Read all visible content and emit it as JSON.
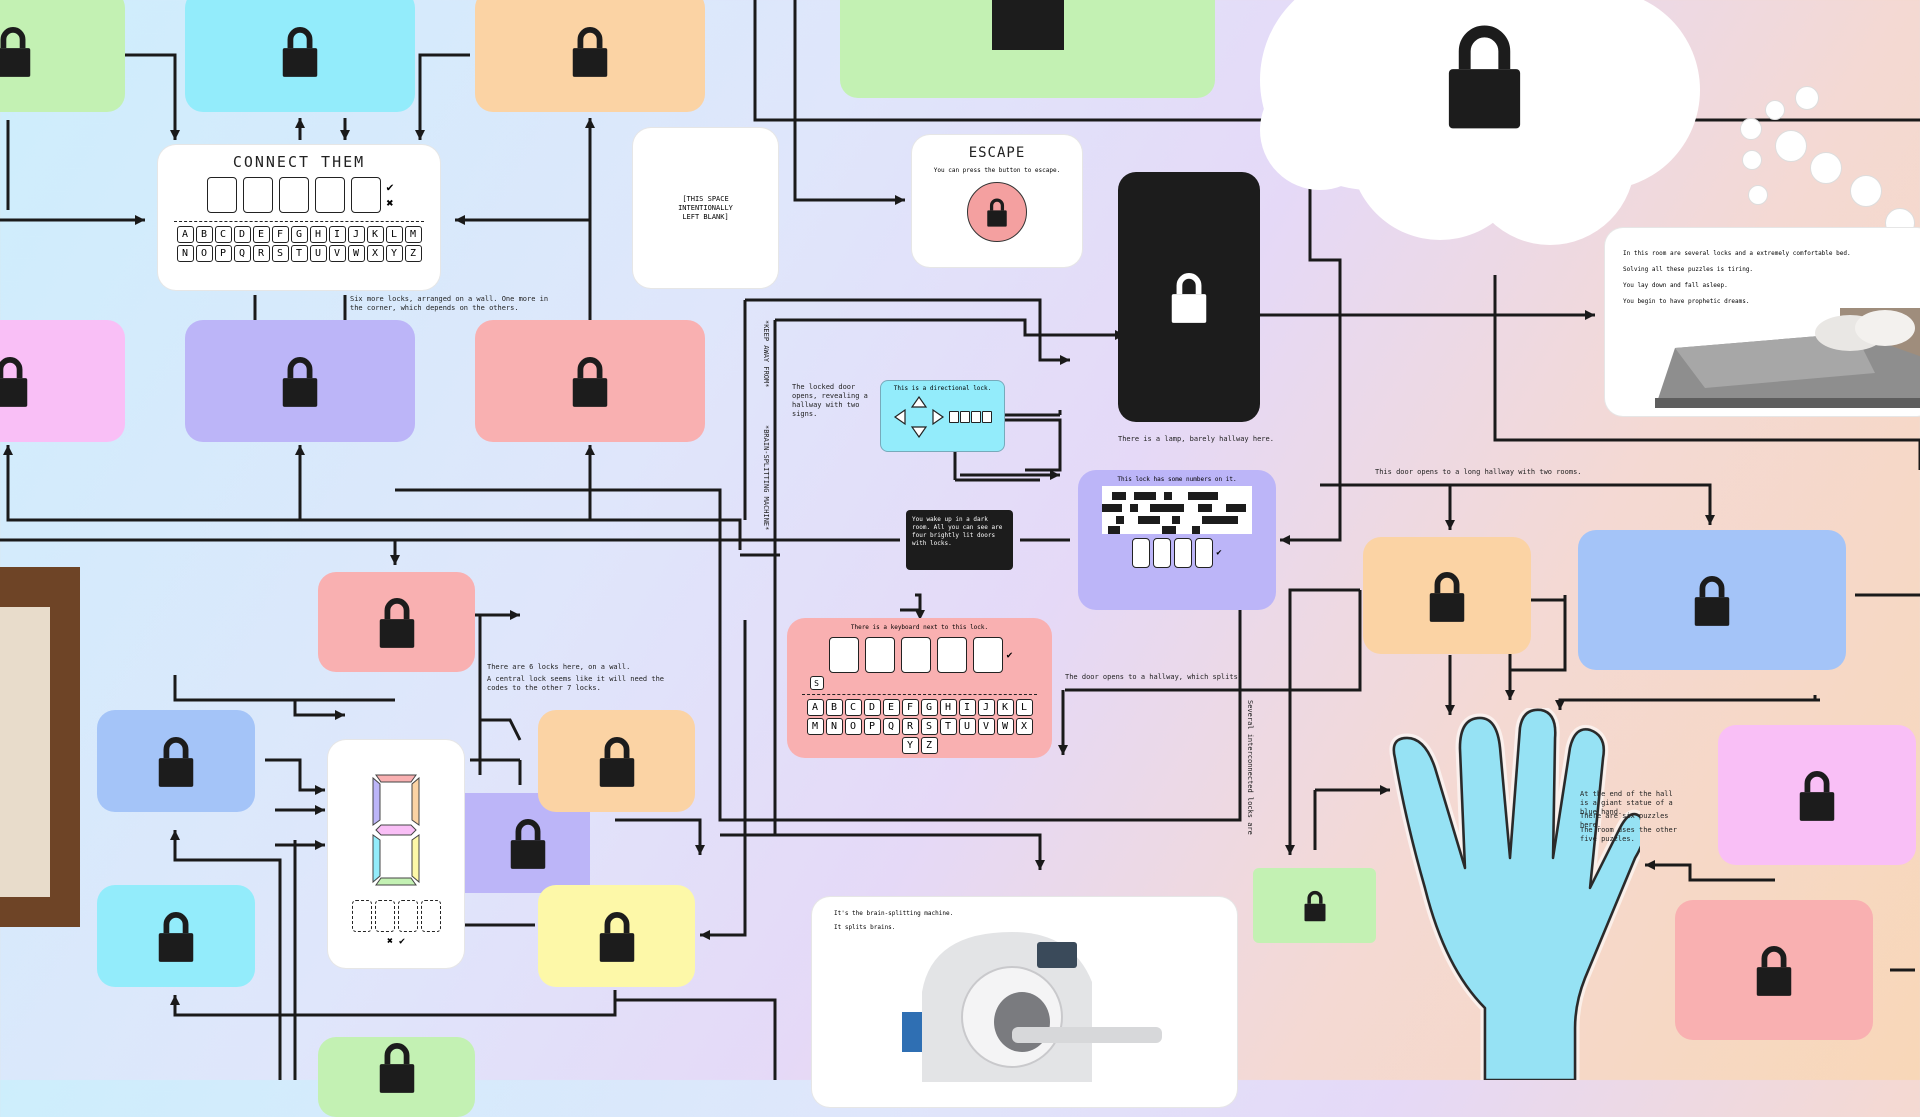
{
  "colors": {
    "green": "#c3f1b3",
    "cyan": "#93ecfb",
    "orange": "#fbd3a4",
    "magenta": "#f9bff6",
    "purple": "#bcb5f8",
    "red": "#f9b0b1",
    "blue": "#a4c4f8",
    "yellow": "#fdf8a8",
    "dark": "#1c1c1c"
  },
  "connect": {
    "title": "CONNECT THEM",
    "keys_row1": [
      "A",
      "B",
      "C",
      "D",
      "E",
      "F",
      "G",
      "H",
      "I",
      "J",
      "K",
      "L",
      "M"
    ],
    "keys_row2": [
      "N",
      "O",
      "P",
      "Q",
      "R",
      "S",
      "T",
      "U",
      "V",
      "W",
      "X",
      "Y",
      "Z"
    ]
  },
  "blank_card": {
    "text": "[THIS SPACE INTENTIONALLY LEFT BLANK]"
  },
  "escape": {
    "title": "ESCAPE",
    "text": "You can press the button to escape."
  },
  "notes": {
    "six_locks": "Six more locks, arranged on a wall. One more in the corner, which depends on the others.",
    "lamp": "There is a lamp, barely hallway here.",
    "dark_room": "You wake up in a dark room. All you can see are four brightly lit doors with locks.",
    "directional": "This is a directional lock.",
    "hallway_two": "The locked door opens, revealing a hallway with two signs.",
    "numbers_lock": "This lock has some numbers on it.",
    "long_hallway": "This door opens to a long hallway with two rooms.",
    "keyboard_lock": "There is a keyboard next to this lock.",
    "splits": "The door opens to a hallway, which splits.",
    "six_locks_wall": "There are 6 locks here, on a wall.",
    "central_lock": "A central lock seems like it will need the codes to the other 7 locks.",
    "brain": "It's the brain-splitting machine.",
    "brain2": "It splits brains.",
    "hand1": "At the end of the hall is a giant statue of a blue hand.",
    "hand2": "There are six puzzles here.",
    "hand3": "The room uses the other five puzzles.",
    "bed1": "In this room are several locks and a extremely comfortable bed.",
    "bed2": "Solving all these puzzles is tiring.",
    "bed3": "You lay down and fall asleep.",
    "bed4": "You begin to have prophetic dreams.",
    "vert1": "*KEEP AWAY FROM*",
    "vert2": "*BRAIN-SPLITTING MACHINE*",
    "vert3": "Several interconnected locks are"
  },
  "keyboard": {
    "keys_row1": [
      "A",
      "B",
      "C",
      "D",
      "E",
      "F",
      "G",
      "H",
      "I",
      "J",
      "K",
      "L",
      "M"
    ],
    "keys_row2": [
      "N",
      "O",
      "P",
      "Q",
      "R",
      "S",
      "T",
      "U",
      "V",
      "W",
      "X",
      "Y",
      "Z"
    ],
    "shift": "S"
  }
}
